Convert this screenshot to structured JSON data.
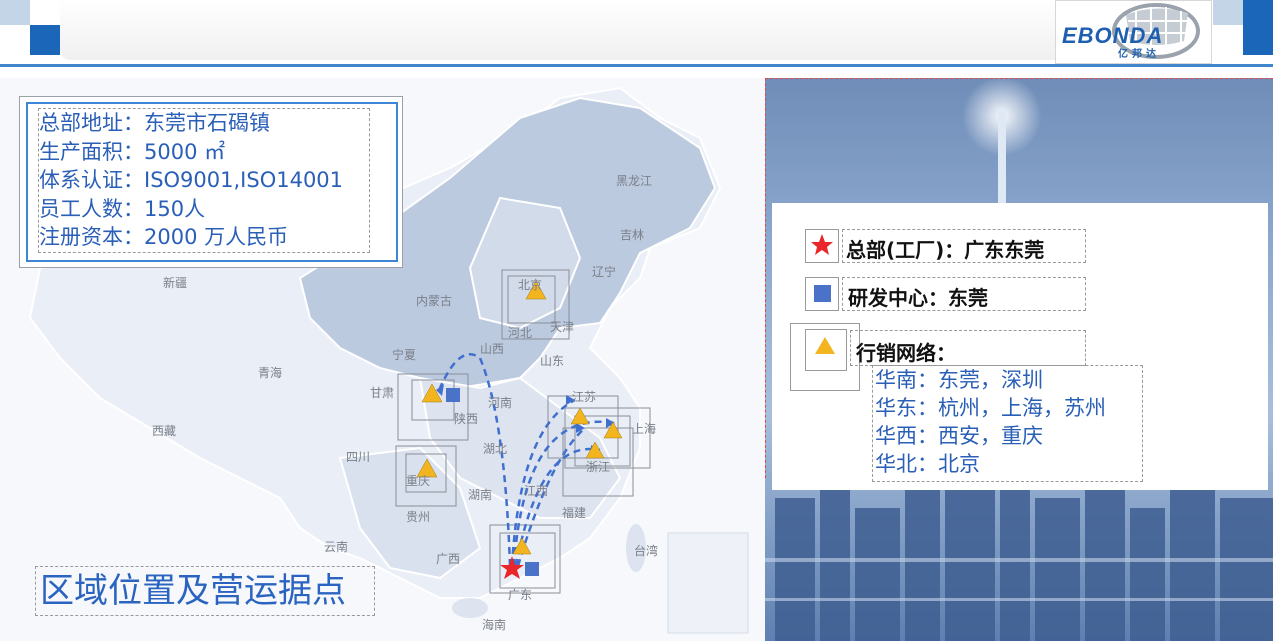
{
  "logo": {
    "brand": "EBONDA",
    "sub": "亿邦达"
  },
  "info": {
    "lines": [
      "总部地址：东莞市石碣镇",
      "生产面积：5000 ㎡",
      "体系认证：ISO9001,ISO14001",
      "员工人数：150人",
      "注册资本：2000 万人民币"
    ]
  },
  "region_title": "区域位置及营运据点",
  "map": {
    "province_labels": [
      "黑龙江",
      "吉林",
      "辽宁",
      "内蒙古",
      "新疆",
      "北京",
      "天津",
      "河北",
      "宁夏",
      "山西",
      "山东",
      "甘肃",
      "青海",
      "陕西",
      "河南",
      "江苏",
      "上海",
      "西藏",
      "四川",
      "湖北",
      "浙江",
      "重庆",
      "湖南",
      "江西",
      "贵州",
      "福建",
      "云南",
      "广西",
      "广东",
      "台湾",
      "海南"
    ]
  },
  "legend": {
    "hq": "总部(工厂)：广东东莞",
    "rd": "研发中心：东莞",
    "network_title": "行销网络：",
    "network_lines": [
      "华南：东莞，深圳",
      "华东：杭州，上海，苏州",
      "华西：西安，重庆",
      "华北：北京"
    ]
  },
  "colors": {
    "accent": "#1b66b8",
    "text_blue": "#2a5fb8",
    "star": "#e8262b",
    "square": "#4a72c8",
    "triangle": "#f2b51f"
  },
  "icons": {
    "hq": "star-icon",
    "rd": "square-icon",
    "network": "triangle-icon"
  }
}
